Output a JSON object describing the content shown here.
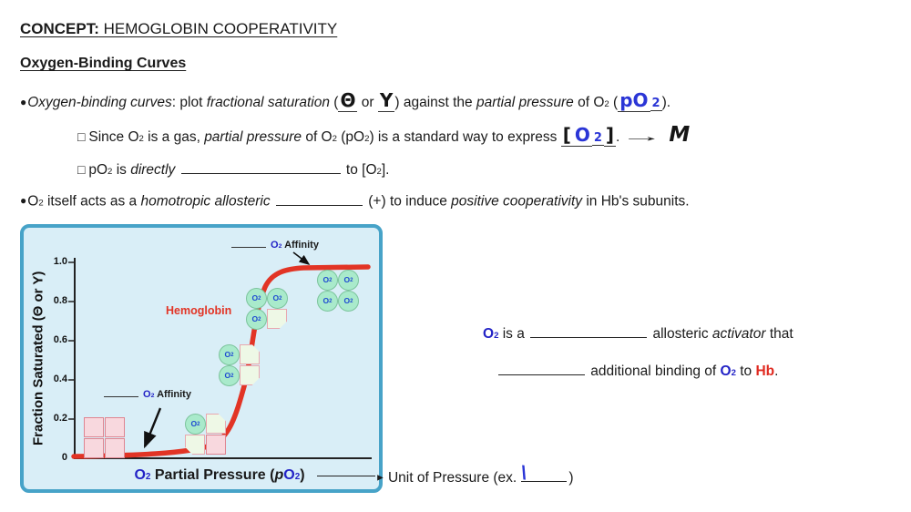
{
  "colors": {
    "blue_text": "#2323c6",
    "red_text": "#e02a20",
    "chart_border": "#47a3c8",
    "chart_bg": "#d9eef7",
    "curve_red": "#e23425",
    "handwriting_blue": "#2a35d6",
    "bound_subunit_green": "#a9eacb",
    "unbound_subunit_pink": "#f8d8de"
  },
  "header": {
    "title_segs": [
      {
        "t": "CONCEPT:",
        "c": "b ul"
      },
      {
        "t": " HEMOGLOBIN COOPERATIVITY",
        "c": "ul"
      }
    ],
    "subtitle_segs": [
      {
        "t": "Oxygen-Binding Curves",
        "c": "b ul"
      }
    ]
  },
  "bullets": {
    "b1": [
      {
        "t": "●",
        "c": "bullet"
      },
      {
        "t": "Oxygen-binding curves",
        "c": "i"
      },
      {
        "t": ": plot "
      },
      {
        "t": "fractional saturation",
        "c": "i"
      },
      {
        "t": " ("
      },
      {
        "t": "Θ",
        "c": "hand hand-black u",
        "n": "handwritten-theta"
      },
      {
        "t": " or "
      },
      {
        "t": "Y",
        "c": "hand hand-black u",
        "n": "handwritten-y"
      },
      {
        "t": ") against the "
      },
      {
        "t": "partial pressure",
        "c": "i"
      },
      {
        "t": " of O"
      },
      {
        "t": "2",
        "c": "sub"
      },
      {
        "t": " ("
      },
      {
        "t": "pO",
        "c": "hand hand-blue u",
        "n": "handwritten-po2"
      },
      {
        "t": "2",
        "c": "hand hand-blue u sub",
        "n": "handwritten-po2-sub"
      },
      {
        "t": ")."
      }
    ],
    "s1": [
      {
        "t": "□ ",
        "c": "sq"
      },
      {
        "t": "Since O"
      },
      {
        "t": "2",
        "c": "sub"
      },
      {
        "t": " is a gas, "
      },
      {
        "t": "partial pressure",
        "c": "i"
      },
      {
        "t": " of O"
      },
      {
        "t": "2",
        "c": "sub"
      },
      {
        "t": " (pO"
      },
      {
        "t": "2",
        "c": "sub"
      },
      {
        "t": ") is a standard way to express "
      },
      {
        "t": "[",
        "c": "hand hand-black u",
        "n": "handwritten-bracket"
      },
      {
        "t": "O",
        "c": "hand hand-blue u",
        "n": "handwritten-o2"
      },
      {
        "t": "2",
        "c": "hand hand-blue u sub",
        "n": "handwritten-o2-sub"
      },
      {
        "t": "]",
        "c": "hand hand-black u",
        "n": "handwritten-bracket"
      },
      {
        "t": "."
      },
      {
        "t": "→",
        "c": "hand-arrow",
        "n": "handwritten-arrow"
      },
      {
        "t": "M",
        "c": "hand hand-black big-m",
        "n": "handwritten-m"
      }
    ],
    "s2": [
      {
        "t": "□ ",
        "c": "sq"
      },
      {
        "t": "pO"
      },
      {
        "t": "2",
        "c": "sub"
      },
      {
        "t": " is "
      },
      {
        "t": "directly",
        "c": "i"
      },
      {
        "t": " "
      },
      {
        "blank": 175
      },
      {
        "t": " to [O"
      },
      {
        "t": "2",
        "c": "sub"
      },
      {
        "t": "]."
      }
    ],
    "b2": [
      {
        "t": "●",
        "c": "bullet"
      },
      {
        "t": "O"
      },
      {
        "t": "2",
        "c": "sub"
      },
      {
        "t": " itself acts as a "
      },
      {
        "t": "homotropic allosteric",
        "c": "i"
      },
      {
        "t": " "
      },
      {
        "blank": 95
      },
      {
        "t": " (+) to induce "
      },
      {
        "t": "positive cooperativity",
        "c": "i"
      },
      {
        "t": " in Hb's subunits."
      }
    ]
  },
  "right_note": {
    "line1": [
      {
        "t": "O",
        "c": "b blue"
      },
      {
        "t": "2",
        "c": "b blue sub"
      },
      {
        "t": " is a "
      },
      {
        "blank": 128
      },
      {
        "t": " allosteric "
      },
      {
        "t": "activator",
        "c": "i"
      },
      {
        "t": " that"
      }
    ],
    "line2": [
      {
        "blank": 95
      },
      {
        "t": " additional binding of "
      },
      {
        "t": "O",
        "c": "b blue"
      },
      {
        "t": "2",
        "c": "b blue sub"
      },
      {
        "t": " to "
      },
      {
        "t": "Hb",
        "c": "b red"
      },
      {
        "t": "."
      }
    ]
  },
  "unit_note": {
    "segs": [
      {
        "t": "► ",
        "c": "ah",
        "n": "arrowhead-icon"
      },
      {
        "t": "Unit of Pressure (ex. "
      },
      {
        "t": "\\",
        "c": "pen-stroke",
        "n": "handwritten-stroke"
      },
      {
        "blank": 50
      },
      {
        "t": ")"
      }
    ]
  },
  "chart": {
    "y_axis_title": "Fraction Saturated (Θ or Y)",
    "y_ticks": [
      "1.0",
      "0.8",
      "0.6",
      "0.4",
      "0.2",
      "0"
    ],
    "curve_label": "Hemoglobin",
    "x_label_segs": [
      {
        "t": "O",
        "c": "blue"
      },
      {
        "t": "2",
        "c": "blue sub"
      },
      {
        "t": " Partial Pressure ("
      },
      {
        "t": "p",
        "c": "i"
      },
      {
        "t": "O",
        "c": "blue"
      },
      {
        "t": "2",
        "c": "blue sub"
      },
      {
        "t": ")"
      }
    ],
    "affinity_segs": [
      {
        "blank": 38
      },
      {
        "t": " O",
        "c": "blue"
      },
      {
        "t": "2",
        "c": "blue sub"
      },
      {
        "t": " Affinity"
      }
    ],
    "o2_segs": [
      {
        "t": "O"
      },
      {
        "t": "2",
        "c": "sub"
      }
    ]
  },
  "chart_data": {
    "type": "line",
    "title": "Oxygen-Binding Curve (Hemoglobin)",
    "xlabel": "O2 Partial Pressure (pO2)",
    "ylabel": "Fraction Saturated (Θ or Y)",
    "ylim": [
      0,
      1.0
    ],
    "y_tick_values": [
      0,
      0.2,
      0.4,
      0.6,
      0.8,
      1.0
    ],
    "x_axis_unlabeled": true,
    "grid": false,
    "series": [
      {
        "name": "Hemoglobin",
        "shape": "sigmoidal",
        "x_relative": [
          0,
          10,
          20,
          30,
          35,
          40,
          45,
          50,
          55,
          60,
          65,
          70,
          80,
          90,
          100
        ],
        "y": [
          0,
          0.01,
          0.02,
          0.04,
          0.07,
          0.13,
          0.28,
          0.5,
          0.72,
          0.86,
          0.93,
          0.96,
          0.97,
          0.98,
          0.98
        ]
      }
    ],
    "annotations": [
      "blank O2 Affinity label with arrow pointing to low flat region of curve",
      "blank O2 Affinity label with arrow pointing to high plateau of curve",
      "Hb tetramer icons along curve with 0, 1, 2, 3 and 4 O2 molecules bound"
    ],
    "legend": "none"
  }
}
